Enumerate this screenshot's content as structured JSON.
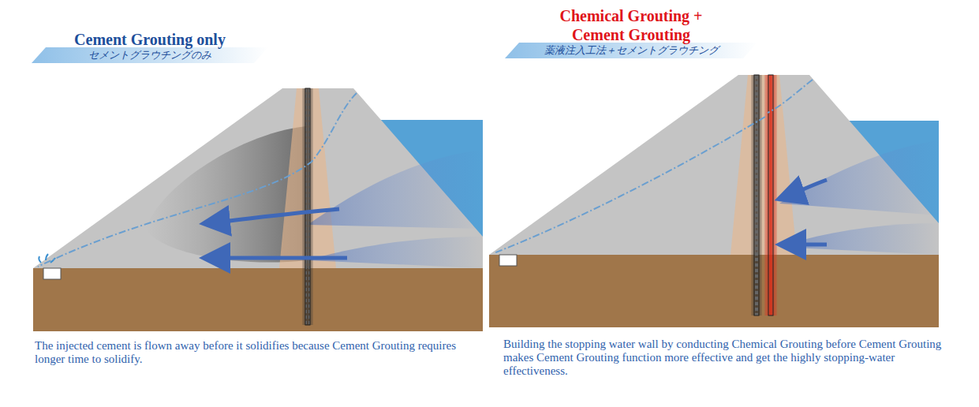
{
  "diagram": {
    "nodes": [
      {
        "text": [
          "Cement Grouting only",
          "セメントグラウチングのみ"
        ]
      },
      {
        "text": [
          "Chemical Grouting + Cement Grouting",
          "薬液注入工法＋セメントグラウチング"
        ]
      }
    ],
    "labels": [
      "The injected cement is flown away before it solidifies because Cement Grouting requires longer time to solidify.",
      "Building the stopping water wall by conducting Chemical Grouting before Cement Grouting makes Cement Grouting function more effective and get the highly stopping-water effectiveness."
    ]
  }
}
